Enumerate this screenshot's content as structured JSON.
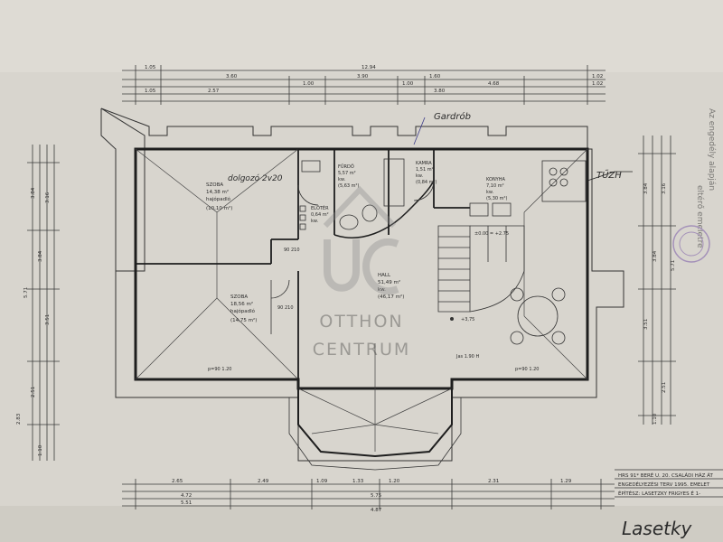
{
  "dims": {
    "top": [
      "1.05",
      "3.60",
      "12.94",
      "1.02",
      "1.02",
      "3.90",
      "1.00",
      "1.00",
      "1.60",
      "4.68",
      "2.57",
      "3.80",
      "1.05"
    ],
    "bottom": [
      "2.65",
      "2.49",
      "1.09",
      "1.33",
      "1.20",
      "4.72",
      "5.51",
      "5.75",
      "4.87",
      "2.31",
      "1.29"
    ],
    "left": [
      "3.84",
      "3.16",
      "3.84",
      "5.71",
      "3.51",
      "2.51",
      "2.83",
      "1.10"
    ],
    "right": [
      "3.84",
      "3.16",
      "3.84",
      "5.71",
      "3.51",
      "2.51",
      "1.10"
    ]
  },
  "rooms": {
    "szoba1": {
      "name": "SZOBA",
      "area": "14,38 m²",
      "note": "hajópadló",
      "extra": "(10,10 m²)"
    },
    "furdo": {
      "name": "FÜRDŐ",
      "area": "5,57 m²",
      "note": "kw.",
      "extra": "(5,63 m²)"
    },
    "kamra": {
      "name": "KAMRA",
      "area": "1,51 m²",
      "note": "kw.",
      "extra": "(0,84 m²)"
    },
    "konyha": {
      "name": "KONYHA",
      "area": "7,10 m²",
      "note": "kw.",
      "extra": "(5,30 m²)"
    },
    "eloter": {
      "name": "ELŐTÉR",
      "area": "0,64 m²",
      "note": "kw."
    },
    "szoba2": {
      "name": "SZOBA",
      "area": "18,56 m²",
      "note": "hajópadló",
      "extra": "(14,75 m²)"
    },
    "hall": {
      "name": "HALL",
      "area": "51,49 m²",
      "note": "kw.",
      "extra": "(46,17 m²)"
    }
  },
  "labels": {
    "stair": "±0.00 = +2.75",
    "level": "+3,75",
    "jas": "Jas 1.90 H",
    "door1": "90 210",
    "door2": "90 210",
    "win1": "p=90 1.20",
    "win2": "p=90 1.20"
  },
  "handwriting": {
    "gardrob": "Gardrób",
    "dolgozo": "dolgozó\n2v20",
    "tuzh": "TŰZH"
  },
  "watermark": {
    "top": "OTTHON",
    "bottom": "CENTRUM"
  },
  "stamp": {
    "line1": "Az engedély alapján",
    "line2": "eltérő emeletre"
  },
  "titleblock": {
    "line1": "HRS 91* BERÉ U. 20. CSALÁDI HÁZ ÁT",
    "line2": "ENGEDÉLYEZÉSI TERV 1995. EMELET",
    "line3": "ÉPÍTÉSZ: LASETZKY FRIGYES É 1-"
  },
  "sign": "Lasetky"
}
